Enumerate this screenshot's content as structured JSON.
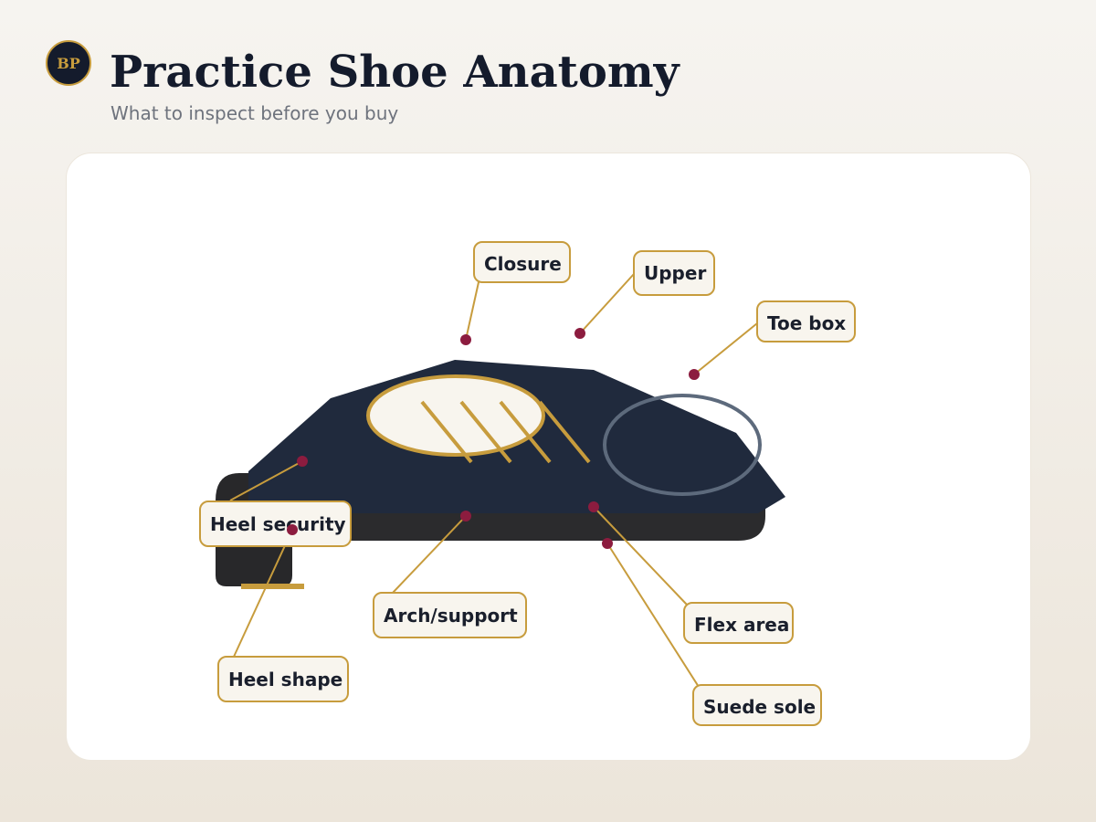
{
  "header": {
    "logo_text": "BP",
    "title": "Practice Shoe Anatomy",
    "subtitle": "What to inspect before you buy"
  },
  "colors": {
    "navy": "#202a3d",
    "sole": "#2b2b2d",
    "gold": "#c79c3d",
    "cream": "#f8f5ee",
    "marker": "#8c1c3f",
    "toe_ring": "#5d6a7c",
    "background": "#f3efe8"
  },
  "callouts": [
    {
      "id": "closure",
      "label": "Closure"
    },
    {
      "id": "upper",
      "label": "Upper"
    },
    {
      "id": "toe-box",
      "label": "Toe box"
    },
    {
      "id": "heel-security",
      "label": "Heel security"
    },
    {
      "id": "arch-support",
      "label": "Arch/support"
    },
    {
      "id": "flex-area",
      "label": "Flex area"
    },
    {
      "id": "heel-shape",
      "label": "Heel shape"
    },
    {
      "id": "suede-sole",
      "label": "Suede sole"
    }
  ]
}
